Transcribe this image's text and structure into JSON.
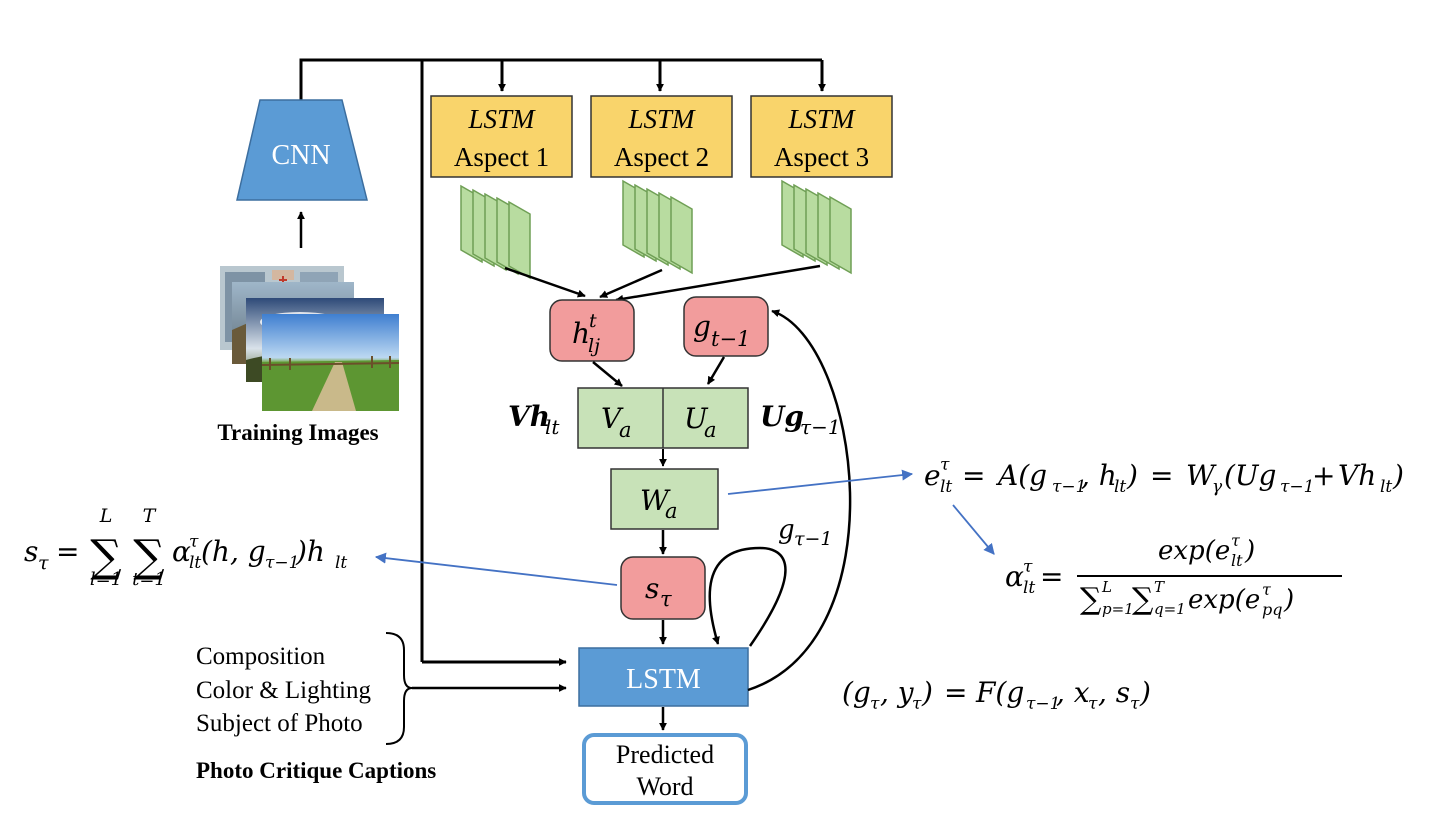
{
  "cnn": {
    "label": "CNN",
    "color": "#5B9BD5"
  },
  "training_images": {
    "label": "Training Images",
    "icons": [
      "stained-glass-photo",
      "stone-path-photo",
      "cloudy-landscape-photo",
      "meadow-road-photo"
    ]
  },
  "lstm_aspects": [
    {
      "top": "LSTM",
      "bottom": "Aspect 1"
    },
    {
      "top": "LSTM",
      "bottom": "Aspect 2"
    },
    {
      "top": "LSTM",
      "bottom": "Aspect 3"
    }
  ],
  "colors": {
    "aspect_box": "#F9D46B",
    "feature_map": "#B8DCA0",
    "feature_map_stroke": "#6F9F55",
    "attention_box": "#C8E2B8",
    "state_box": "#F29C9C",
    "lstm_main": "#5B9BD5",
    "predicted_border": "#5B9BD5",
    "arrow_blue": "#4472C4"
  },
  "nodes": {
    "h_lj": {
      "base": "h",
      "sup": "t",
      "sub": "lj"
    },
    "g_prev": {
      "base": "g",
      "sub": "t−1"
    },
    "v_a": {
      "base": "V",
      "sub": "a"
    },
    "u_a": {
      "base": "U",
      "sub": "a"
    },
    "w_a": {
      "base": "W",
      "sub": "a"
    },
    "s_tau": {
      "base": "s",
      "sub": "τ"
    },
    "lstm_main": "LSTM",
    "predicted_word": {
      "line1": "Predicted",
      "line2": "Word"
    }
  },
  "side_labels": {
    "vh": {
      "base": "Vh",
      "sub": "lt"
    },
    "ug": {
      "base": "Ug",
      "sub": "τ−1"
    },
    "g_loop": {
      "base": "g",
      "sub": "τ−1"
    }
  },
  "captions": {
    "items": [
      "Composition",
      "Color & Lighting",
      "Subject of Photo"
    ],
    "title": "Photo Critique Captions"
  },
  "equations": {
    "s_sum": "s_τ = Σ_{l=1}^{L} Σ_{t=1}^{T} α^τ_{lt}(h, g_{τ−1}) h_{lt}",
    "e_def": "e^τ_{lt} = A(g_{τ−1}, h_{lt}) = W_γ(Ug_{τ−1} + Vh_{lt})",
    "alpha_def": "α^τ_{lt} = exp(e^τ_{lt}) / Σ_{p=1}^{L} Σ_{q=1}^{T} exp(e^τ_{pq})",
    "recurrence": "(g_τ, y_τ) = F(g_{τ−1}, x_τ, s_τ)"
  }
}
